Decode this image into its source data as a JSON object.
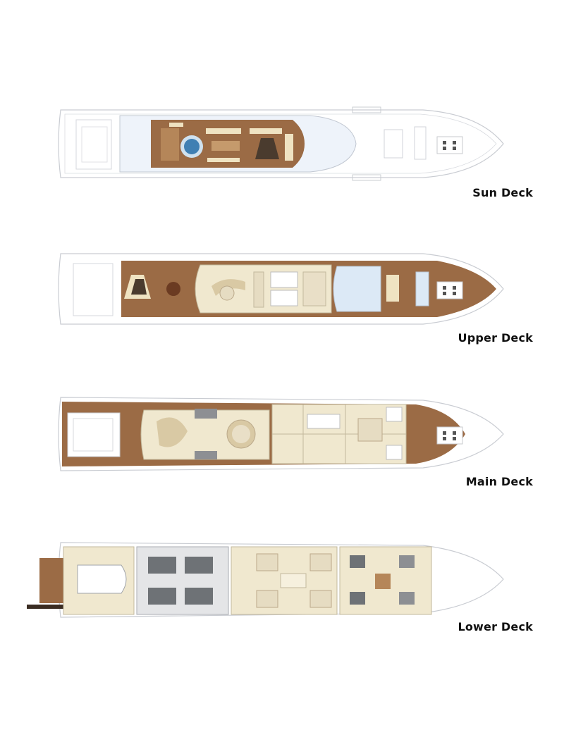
{
  "decks": [
    {
      "id": "sun",
      "label": "Sun Deck"
    },
    {
      "id": "upper",
      "label": "Upper Deck"
    },
    {
      "id": "main",
      "label": "Main Deck"
    },
    {
      "id": "lower",
      "label": "Lower Deck"
    }
  ],
  "colors": {
    "hull_line": "#c9ccd2",
    "teak": "#9b6b45",
    "teak_light": "#b58659",
    "interior": "#f0e8cf",
    "sofa": "#efe3c2",
    "pool": "#3f7fb3",
    "glass": "#dce9f6",
    "machinery": "#6e7276",
    "dark": "#4a3b2e"
  }
}
